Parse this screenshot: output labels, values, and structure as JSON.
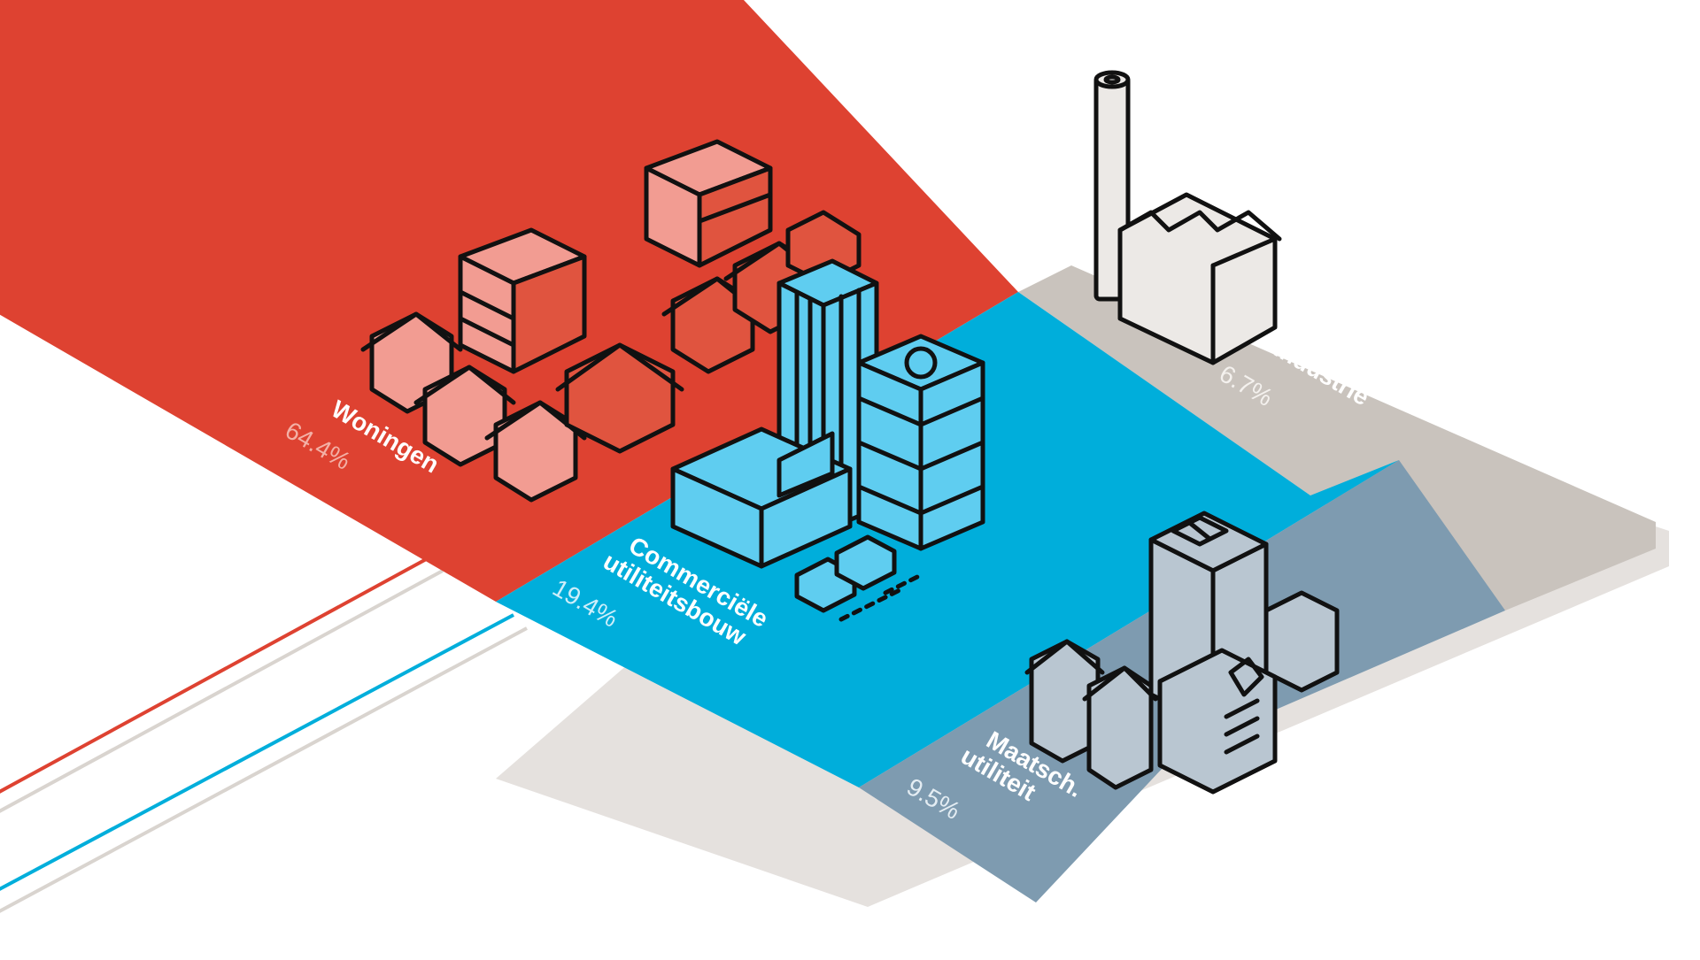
{
  "chart_data": {
    "type": "area",
    "categories": [
      "Woningen",
      "Commerciële utiliteitsbouw",
      "Maatsch. utiliteit",
      "Industrie"
    ],
    "values": [
      64.4,
      19.4,
      9.5,
      6.7
    ],
    "unit": "%",
    "segments": [
      {
        "name": "Woningen",
        "value_label": "64.4%",
        "color": "#de4231",
        "pct_color": "#f3b0a6"
      },
      {
        "name_lines": [
          "Commerciële",
          "utiliteitsbouw"
        ],
        "value_label": "19.4%",
        "color": "#00aedb",
        "pct_color": "#cdeefa"
      },
      {
        "name_lines": [
          "Maatsch.",
          "utiliteit"
        ],
        "value_label": "9.5%",
        "color": "#7e9bb0",
        "pct_color": "#e4edf3"
      },
      {
        "name": "Industrie",
        "value_label": "6.7%",
        "color": "#c9c3bd",
        "pct_color": "#f4f1ee"
      }
    ]
  },
  "colors": {
    "houses_fill": "#f29c92",
    "houses_roof": "#e0543f",
    "commercial_fill": "#5fcdf0",
    "public_fill": "#b9c6d1",
    "industry_fill": "#ece9e6",
    "outline": "#111111"
  },
  "icons": [
    "houses-icon",
    "office-towers-icon",
    "cars-icon",
    "public-buildings-icon",
    "factory-icon"
  ]
}
